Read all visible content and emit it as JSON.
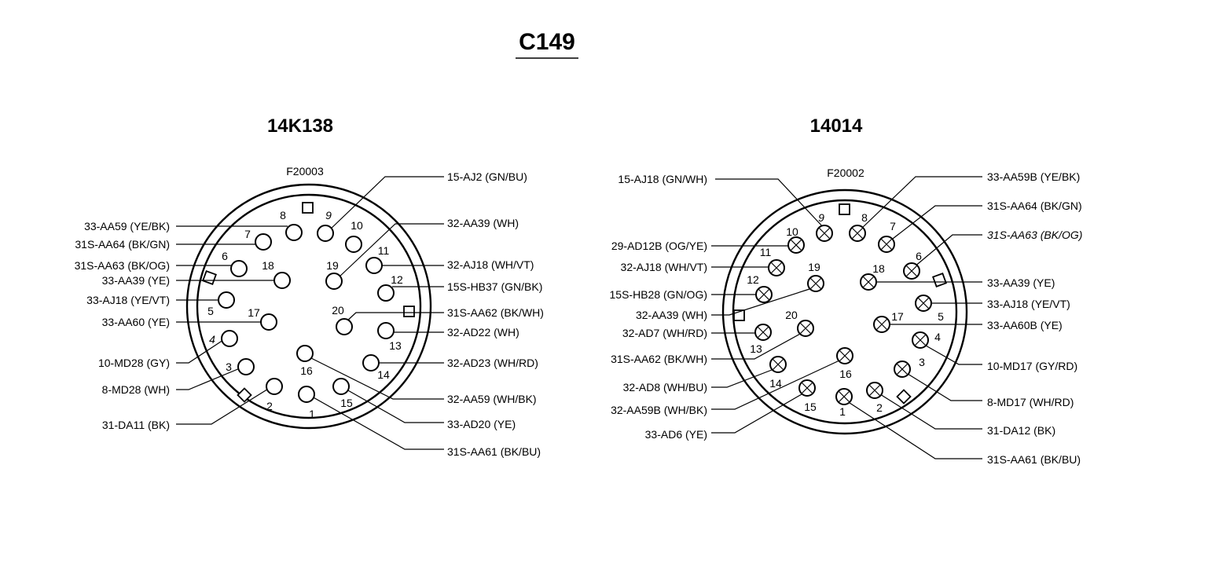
{
  "title": "C149",
  "connectors": [
    {
      "name": "14K138",
      "part": "F20003",
      "pin_style": "open",
      "pins": [
        "1",
        "2",
        "3",
        "4",
        "5",
        "6",
        "7",
        "8",
        "9",
        "10",
        "11",
        "12",
        "13",
        "14",
        "15",
        "16",
        "17",
        "18",
        "19",
        "20"
      ],
      "wires": [
        {
          "label": "15-AJ2 (GN/BU)"
        },
        {
          "label": "33-AA59 (YE/BK)"
        },
        {
          "label": "32-AA39 (WH)"
        },
        {
          "label": "31S-AA64 (BK/GN)"
        },
        {
          "label": "31S-AA63 (BK/OG)"
        },
        {
          "label": "32-AJ18 (WH/VT)"
        },
        {
          "label": "33-AA39 (YE)"
        },
        {
          "label": "15S-HB37 (GN/BK)"
        },
        {
          "label": "33-AJ18 (YE/VT)"
        },
        {
          "label": "31S-AA62 (BK/WH)"
        },
        {
          "label": "33-AA60 (YE)"
        },
        {
          "label": "32-AD22 (WH)"
        },
        {
          "label": "10-MD28 (GY)"
        },
        {
          "label": "32-AD23 (WH/RD)"
        },
        {
          "label": "8-MD28 (WH)"
        },
        {
          "label": "32-AA59 (WH/BK)"
        },
        {
          "label": "33-AD20 (YE)"
        },
        {
          "label": "31-DA11 (BK)"
        },
        {
          "label": "31S-AA61 (BK/BU)"
        }
      ]
    },
    {
      "name": "14014",
      "part": "F20002",
      "pin_style": "crossed",
      "pins": [
        "1",
        "2",
        "3",
        "4",
        "5",
        "6",
        "7",
        "8",
        "9",
        "10",
        "11",
        "12",
        "13",
        "14",
        "15",
        "16",
        "17",
        "18",
        "19",
        "20"
      ],
      "wires": [
        {
          "label": "15-AJ18 (GN/WH)"
        },
        {
          "label": "33-AA59B (YE/BK)"
        },
        {
          "label": "31S-AA64 (BK/GN)"
        },
        {
          "label": "31S-AA63 (BK/OG)"
        },
        {
          "label": "29-AD12B (OG/YE)"
        },
        {
          "label": "32-AJ18 (WH/VT)"
        },
        {
          "label": "15S-HB28 (GN/OG)"
        },
        {
          "label": "33-AA39 (YE)"
        },
        {
          "label": "32-AA39 (WH)"
        },
        {
          "label": "33-AJ18 (YE/VT)"
        },
        {
          "label": "32-AD7 (WH/RD)"
        },
        {
          "label": "33-AA60B (YE)"
        },
        {
          "label": "31S-AA62 (BK/WH)"
        },
        {
          "label": "10-MD17 (GY/RD)"
        },
        {
          "label": "32-AD8 (WH/BU)"
        },
        {
          "label": "8-MD17 (WH/RD)"
        },
        {
          "label": "32-AA59B (WH/BK)"
        },
        {
          "label": "31-DA12 (BK)"
        },
        {
          "label": "33-AD6 (YE)"
        },
        {
          "label": "31S-AA61 (BK/BU)"
        }
      ]
    }
  ]
}
